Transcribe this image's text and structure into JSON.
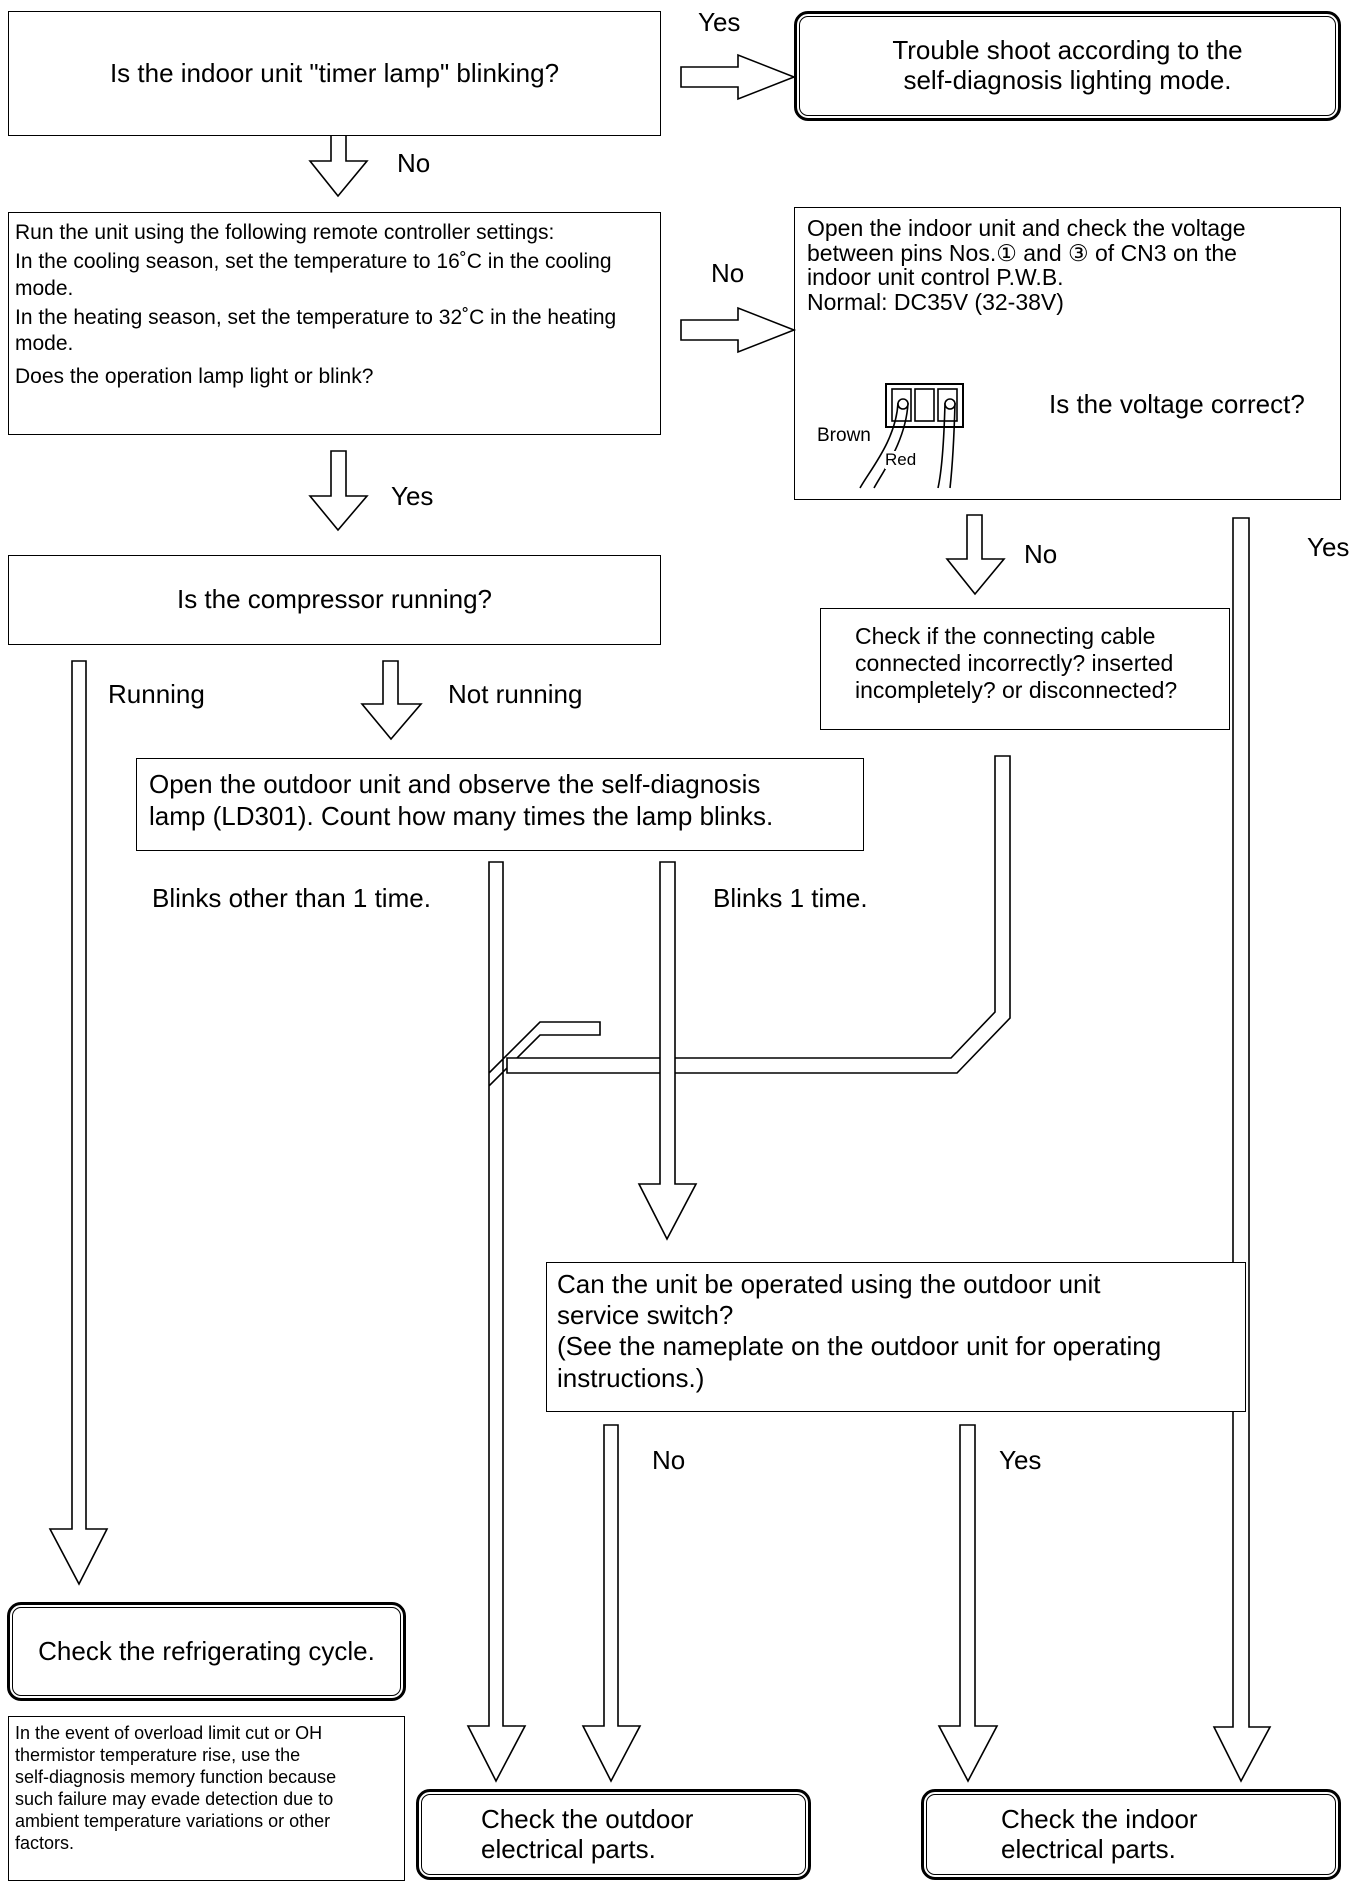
{
  "q_timer": "Is the indoor unit \"timer lamp\" blinking?",
  "end_selfdiag": [
    "Trouble shoot according to the",
    "self-diagnosis lighting mode."
  ],
  "run_unit": {
    "lines": [
      "Run the unit using the following remote controller settings:",
      "In the cooling season, set the temperature to 16˚C in the cooling mode.",
      "In the heating season, set the temperature to 32˚C in the heating mode.",
      "Does the operation lamp light or blink?"
    ]
  },
  "voltage_box": {
    "lines": [
      "Open the indoor unit and check the voltage",
      "between pins Nos.① and ③ of CN3 on the",
      "indoor unit control P.W.B.",
      "Normal: DC35V (32-38V)"
    ],
    "question": "Is the voltage correct?",
    "wire_brown": "Brown",
    "wire_red": "Red"
  },
  "q_compressor": "Is the compressor running?",
  "cable_box": [
    "Check if the connecting cable",
    "connected incorrectly? inserted",
    "incompletely? or disconnected?"
  ],
  "outdoor_lamp": [
    "Open the outdoor unit and observe the self-diagnosis",
    "lamp (LD301).  Count how many times the lamp blinks."
  ],
  "service_switch": [
    "Can the unit be operated using the outdoor unit",
    "service switch?",
    "(See the nameplate on the outdoor unit for operating",
    "instructions.)"
  ],
  "end_refrig": "Check the refrigerating cycle.",
  "note": [
    "In the event of overload limit cut or OH",
    "thermistor temperature rise, use the",
    "self-diagnosis memory function because",
    "such failure may evade detection due to",
    "ambient temperature variations or other",
    "factors."
  ],
  "end_outdoor": [
    "Check the outdoor",
    "electrical parts."
  ],
  "end_indoor": [
    "Check the indoor",
    "electrical parts."
  ],
  "labels": {
    "yes_top": "Yes",
    "no_1": "No",
    "no_2": "No",
    "yes_2": "Yes",
    "no_3": "No",
    "yes_right": "Yes",
    "running": "Running",
    "not_running": "Not running",
    "blinks_other": "Blinks other than 1 time.",
    "blinks_one": "Blinks 1 time.",
    "no_4": "No",
    "yes_4": "Yes"
  }
}
